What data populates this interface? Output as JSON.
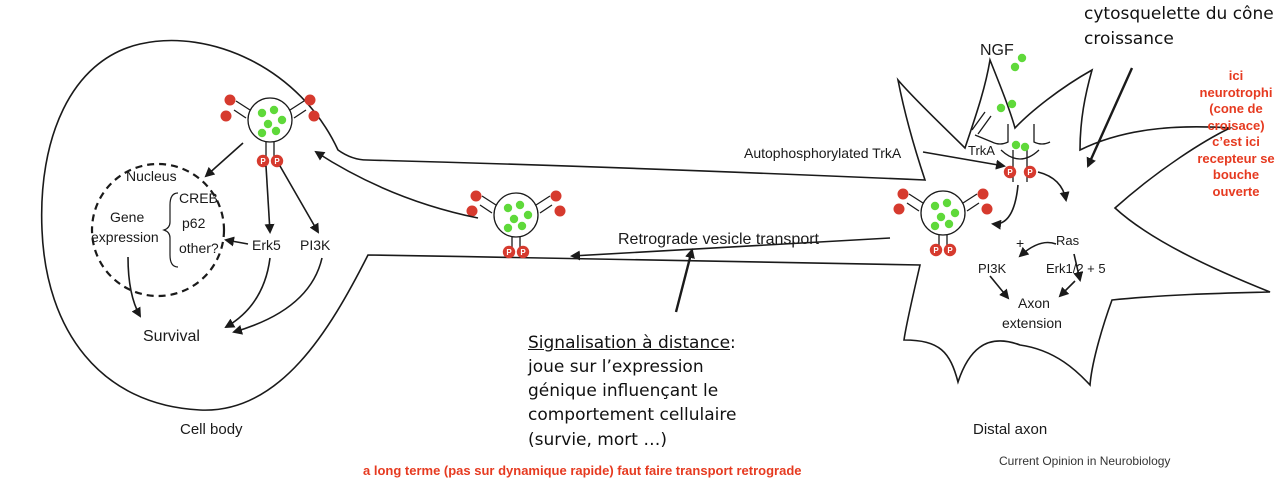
{
  "labels": {
    "ngf": "NGF",
    "trka": "TrkA",
    "autophos": "Autophosphorylated TrkA",
    "ras": "Ras",
    "plus": "+",
    "pi3k_axon": "PI3K",
    "erk12": "Erk1/2 + 5",
    "axon_extension": [
      "Axon",
      "extension"
    ],
    "retrograde": "Retrograde vesicle transport",
    "nucleus": "Nucleus",
    "gene_expression": [
      "Gene",
      "expression"
    ],
    "creb": "CREB",
    "p62": "p62",
    "other": "other?",
    "erk5": "Erk5",
    "pi3k_body": "PI3K",
    "survival": "Survival",
    "cell_body": "Cell body",
    "distal_axon": "Distal axon",
    "source": "Current Opinion in Neurobiology",
    "phospho": "P"
  },
  "notes": {
    "top_right": [
      "cytosquelette du cône",
      "croissance"
    ],
    "distance_title": "Signalisation à distance",
    "distance_colon": ":",
    "distance_body": [
      "joue sur l’expression",
      "génique influençant le",
      "comportement cellulaire",
      "(survie, mort …)"
    ],
    "bottom_red": "a long terme (pas sur dynamique rapide) faut faire transport retrograde",
    "side_red": [
      "ici",
      "neurotrophi",
      "(cone de",
      "croisace)",
      "c’est ici",
      "recepteur se",
      "bouche",
      "ouverte"
    ]
  },
  "colors": {
    "outline": "#1a1a1a",
    "ngf_dot": "#5fd93a",
    "phospho_red": "#d63a2e",
    "annotation_red": "#e63a20"
  }
}
